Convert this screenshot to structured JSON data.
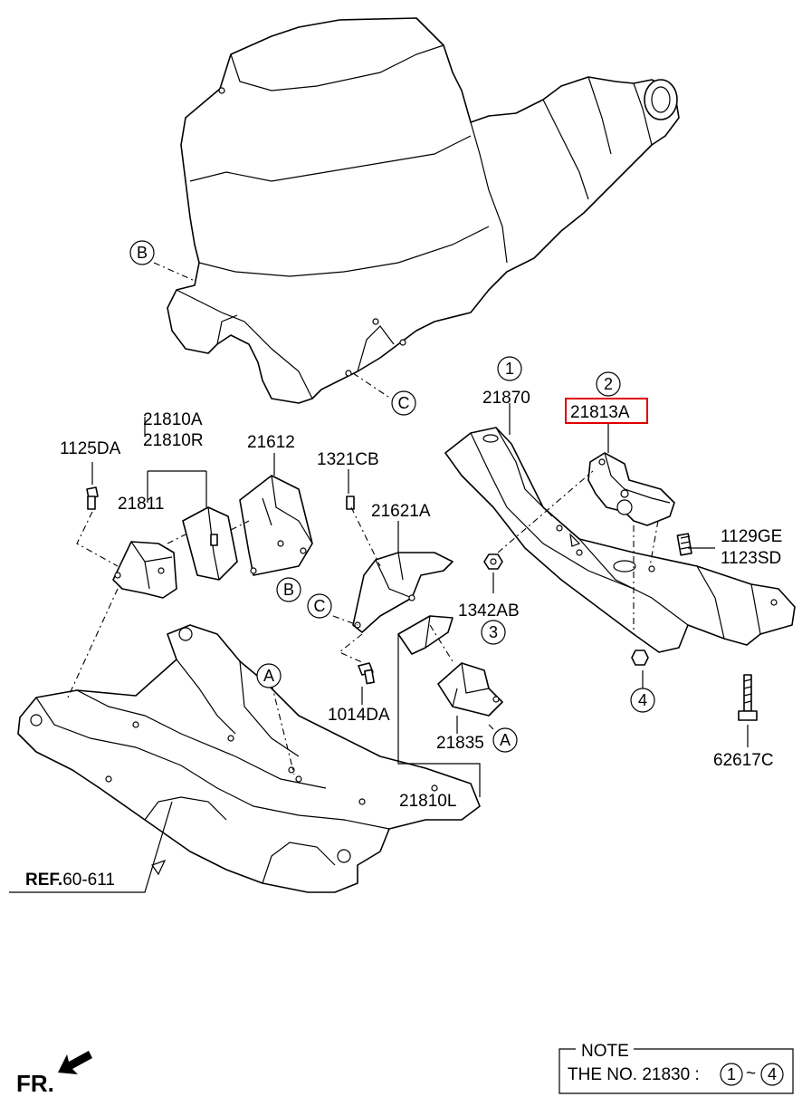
{
  "parts": {
    "p21870": "21870",
    "p21813A": "21813A",
    "p21810A": "21810A",
    "p21810R": "21810R",
    "p1125DA": "1125DA",
    "p21612": "21612",
    "p21811": "21811",
    "p1321CB": "1321CB",
    "p21621A": "21621A",
    "p1342AB": "1342AB",
    "p1129GE": "1129GE",
    "p1123SD": "1123SD",
    "p1014DA": "1014DA",
    "p21835": "21835",
    "p21810L": "21810L",
    "p62617C": "62617C"
  },
  "callouts": {
    "n1": "1",
    "n2": "2",
    "n3": "3",
    "n4": "4",
    "A": "A",
    "B": "B",
    "C": "C"
  },
  "ref": {
    "bold": "REF.",
    "num": "60-611"
  },
  "direction": "FR.",
  "note": {
    "title": "NOTE",
    "line": "THE NO. 21830  :",
    "from": "1",
    "tilde": "~",
    "to": "4"
  },
  "highlight_color": "#e00000"
}
